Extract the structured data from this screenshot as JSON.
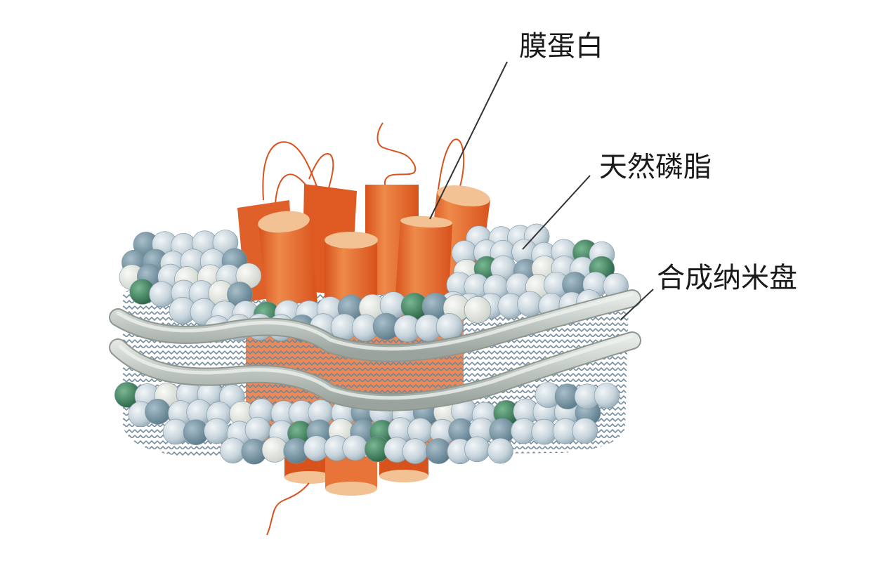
{
  "labels": {
    "membrane_protein": "膜蛋白",
    "natural_phospholipid": "天然磷脂",
    "synthetic_nanodisc": "合成纳米盘"
  },
  "colors": {
    "protein_light": "#F2C194",
    "protein_mid": "#E8743A",
    "protein_dark": "#D8521C",
    "loop": "#D9521E",
    "lipid_head_light": "#C9D6DD",
    "lipid_head_blue": "#7E9AAA",
    "lipid_head_green": "#3E8C62",
    "lipid_head_pale": "#E6EAE4",
    "lipid_tail": "#6F8799",
    "belt": "#BFC6C1",
    "leader_line": "#333333"
  },
  "icons": [
    "membrane-protein-icon",
    "phospholipid-icon",
    "msp-belt-icon"
  ]
}
